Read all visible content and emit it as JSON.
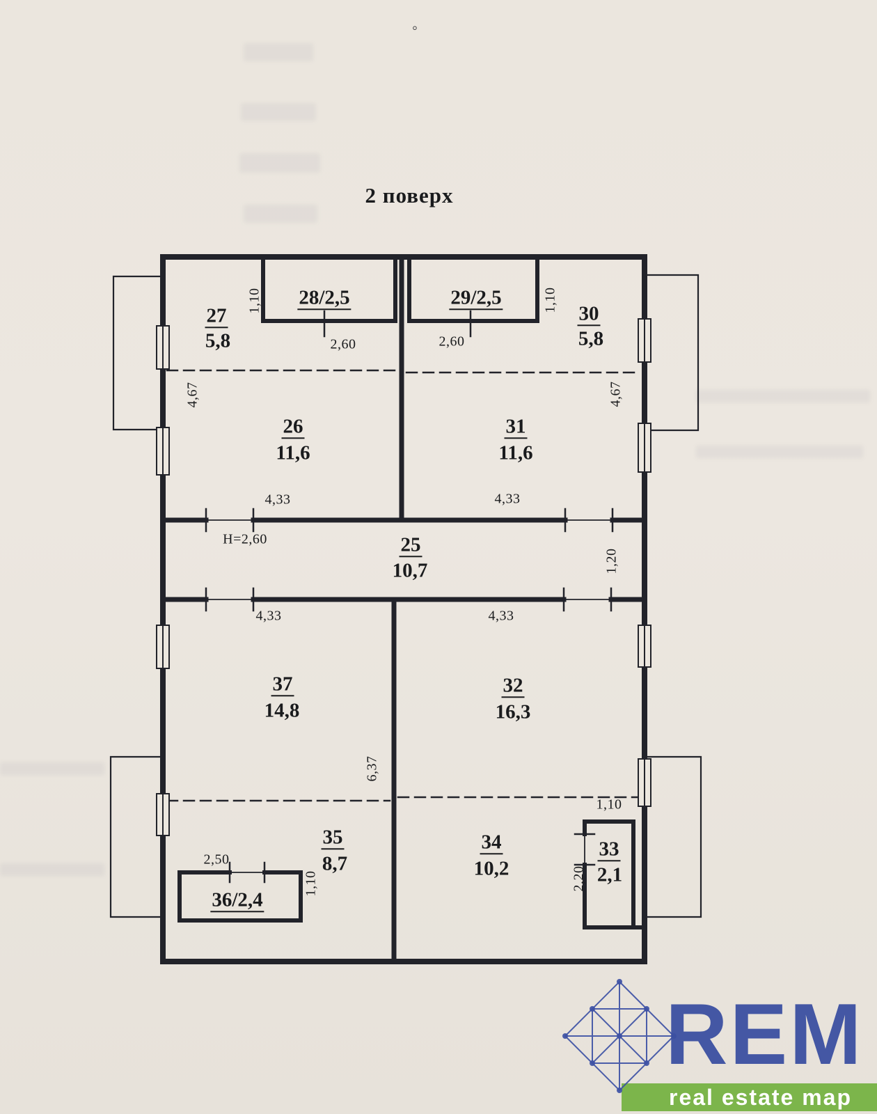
{
  "page": {
    "title": "2 поверх",
    "corner_mark": "°"
  },
  "rooms": [
    {
      "number": "27",
      "area": "5,8"
    },
    {
      "number": "28/2,5",
      "area": ""
    },
    {
      "number": "29/2,5",
      "area": ""
    },
    {
      "number": "30",
      "area": "5,8"
    },
    {
      "number": "26",
      "area": "11,6"
    },
    {
      "number": "31",
      "area": "11,6"
    },
    {
      "number": "25",
      "area": "10,7"
    },
    {
      "number": "37",
      "area": "14,8"
    },
    {
      "number": "32",
      "area": "16,3"
    },
    {
      "number": "35",
      "area": "8,7"
    },
    {
      "number": "34",
      "area": "10,2"
    },
    {
      "number": "33",
      "area": "2,1"
    },
    {
      "number": "36/2,4",
      "area": ""
    }
  ],
  "dims": [
    "1,10",
    "2,60",
    "2,60",
    "1,10",
    "4,67",
    "4,67",
    "4,33",
    "4,33",
    "H=2,60",
    "1,20",
    "4,33",
    "4,33",
    "6,37",
    "1,10",
    "2,20",
    "2,50",
    "1,10"
  ],
  "watermark": {
    "brand": "REM",
    "tagline": "real estate map"
  }
}
